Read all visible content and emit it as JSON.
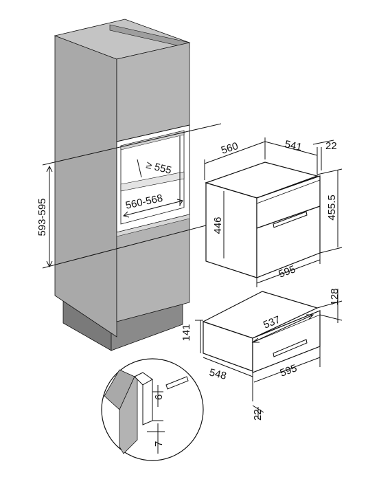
{
  "diagram": {
    "colors": {
      "cabinet_light": "#b9b9b9",
      "cabinet_mid": "#a4a4a4",
      "cabinet_dark": "#8e8e8e",
      "plinth": "#7a7a7a",
      "appliance_fill": "#ffffff",
      "line": "#111111"
    },
    "cabinet": {
      "height_range": "593-595",
      "niche_height": "≥ 555",
      "niche_width": "560-568"
    },
    "oven": {
      "width": "560",
      "depth": "541",
      "fascia": "22",
      "height": "455.5",
      "front_height": "446",
      "front_width": "595"
    },
    "drawer": {
      "width": "537",
      "height_side": "141",
      "height_right": "128",
      "depth": "548",
      "front_width": "595",
      "fascia": "22"
    },
    "detail": {
      "gap_top": "6",
      "gap_bottom": "7"
    }
  }
}
